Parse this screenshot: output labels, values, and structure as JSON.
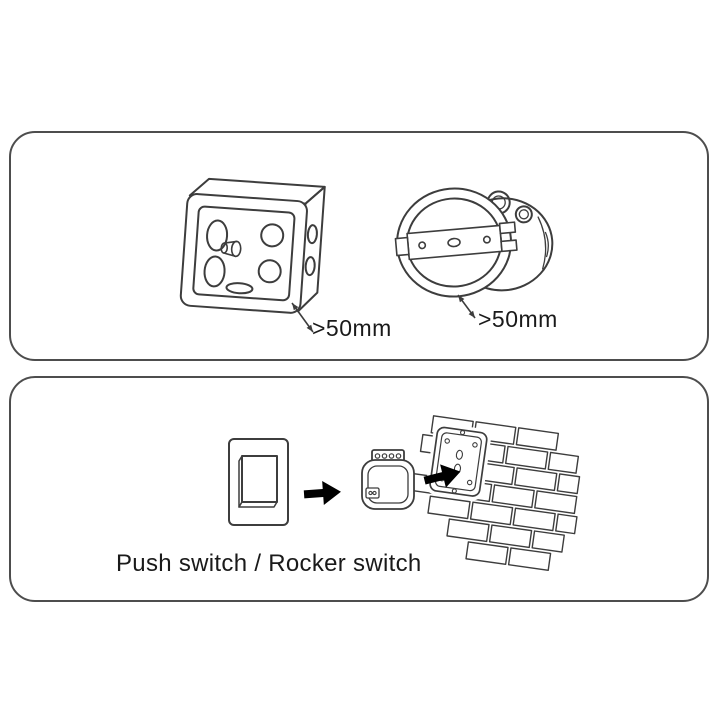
{
  "top_panel": {
    "square_box_depth_label": ">50mm",
    "round_box_depth_label": ">50mm"
  },
  "bottom_panel": {
    "caption": "Push switch / Rocker switch"
  },
  "illustrations": {
    "square_mounting_box": "square-flush-mounting-box",
    "round_mounting_box": "round-flush-mounting-box",
    "wall_switch": "rocker-wall-switch",
    "module": "switch-module",
    "brick_wall": "brick-wall-with-flush-box",
    "arrow": "black-right-arrow"
  },
  "colors": {
    "background": "#ffffff",
    "panel_border": "#4d4d4d",
    "line_art": "#3d3d3d",
    "arrow_fill": "#000000",
    "text": "#1a1a1a"
  }
}
